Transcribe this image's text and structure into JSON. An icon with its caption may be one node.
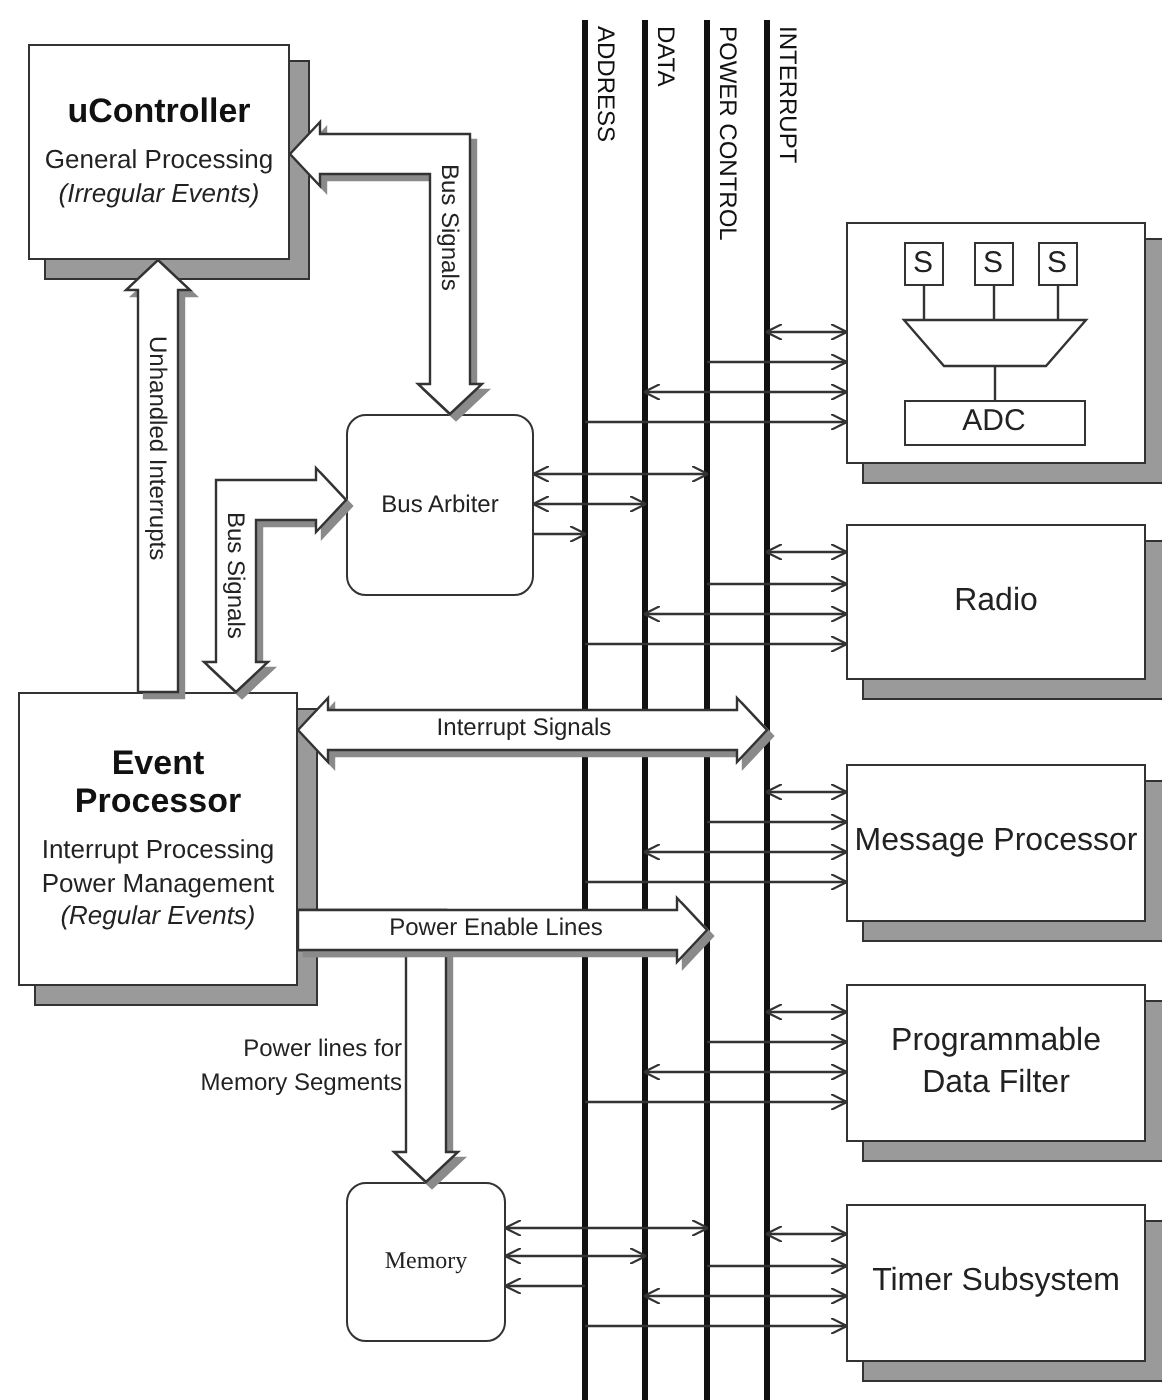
{
  "diagram": {
    "nodes": [
      {
        "text": [
          "uController",
          "General Processing *(Irregular Events)*"
        ]
      },
      {
        "text": [],
        "shape": "bar",
        "beside": [
          "ADDRESS"
        ]
      },
      {
        "text": [],
        "shape": "bar",
        "beside": [
          "DATA"
        ]
      },
      {
        "text": [],
        "shape": "bar",
        "beside": [
          "POWER CONTROL"
        ]
      },
      {
        "text": [],
        "shape": "bar",
        "beside": [
          "INTERRUPT"
        ]
      },
      {
        "text": [],
        "shape": "box"
      },
      {
        "text": [
          "S"
        ],
        "in": 5
      },
      {
        "text": [
          "S"
        ],
        "in": 5
      },
      {
        "text": [
          "S"
        ],
        "in": 5
      },
      {
        "text": [],
        "shape": "trapezoid",
        "in": 5
      },
      {
        "text": [
          "ADC"
        ],
        "in": 5
      },
      {
        "text": [
          "Bus Arbiter"
        ]
      },
      {
        "text": [
          "Radio"
        ]
      },
      {
        "text": [
          "Event Processor",
          "Interrupt Processing Power Management *(Regular Events)*"
        ]
      },
      {
        "text": [
          "Message Processor"
        ]
      },
      {
        "text": [
          "Programmable Data Filter"
        ]
      },
      {
        "text": [
          "Memory"
        ]
      },
      {
        "text": [
          "Timer Subsystem"
        ]
      }
    ],
    "edges": [
      {
        "from": 0,
        "to": 11,
        "arrow": "both",
        "label": "Bus Signals",
        "style": "thick"
      },
      {
        "from": 13,
        "to": 0,
        "arrow": "to",
        "label": "Unhandled Interrupts",
        "style": "thick"
      },
      {
        "from": 11,
        "to": 13,
        "arrow": "both",
        "label": "Bus Signals",
        "style": "thick"
      },
      {
        "from": 13,
        "to": 4,
        "arrow": "both",
        "label": "Interrupt Signals",
        "style": "thick"
      },
      {
        "from": 13,
        "to": 3,
        "arrow": "to",
        "label": "Power Enable Lines",
        "style": "thick"
      },
      {
        "from": 13,
        "to": 16,
        "arrow": "to",
        "label": "Power lines for Memory Segments",
        "style": "thick"
      },
      {
        "from": 11,
        "to": 3,
        "arrow": "both"
      },
      {
        "from": 11,
        "to": 2,
        "arrow": "both"
      },
      {
        "from": 11,
        "to": 1,
        "arrow": "to"
      },
      {
        "from": 4,
        "to": 5,
        "arrow": "both"
      },
      {
        "from": 3,
        "to": 5,
        "arrow": "to"
      },
      {
        "from": 2,
        "to": 5,
        "arrow": "both"
      },
      {
        "from": 1,
        "to": 5,
        "arrow": "to"
      },
      {
        "from": 4,
        "to": 12,
        "arrow": "both"
      },
      {
        "from": 3,
        "to": 12,
        "arrow": "to"
      },
      {
        "from": 2,
        "to": 12,
        "arrow": "both"
      },
      {
        "from": 1,
        "to": 12,
        "arrow": "to"
      },
      {
        "from": 4,
        "to": 14,
        "arrow": "both"
      },
      {
        "from": 3,
        "to": 14,
        "arrow": "to"
      },
      {
        "from": 2,
        "to": 14,
        "arrow": "both"
      },
      {
        "from": 1,
        "to": 14,
        "arrow": "to"
      },
      {
        "from": 4,
        "to": 15,
        "arrow": "both"
      },
      {
        "from": 3,
        "to": 15,
        "arrow": "to"
      },
      {
        "from": 2,
        "to": 15,
        "arrow": "both"
      },
      {
        "from": 1,
        "to": 15,
        "arrow": "to"
      },
      {
        "from": 3,
        "to": 16,
        "arrow": "both"
      },
      {
        "from": 2,
        "to": 16,
        "arrow": "both"
      },
      {
        "from": 1,
        "to": 16,
        "arrow": "to"
      },
      {
        "from": 4,
        "to": 17,
        "arrow": "both"
      },
      {
        "from": 3,
        "to": 17,
        "arrow": "to"
      },
      {
        "from": 2,
        "to": 17,
        "arrow": "both"
      },
      {
        "from": 1,
        "to": 17,
        "arrow": "to"
      },
      {
        "from": 6,
        "to": 9,
        "arrow": "none"
      },
      {
        "from": 7,
        "to": 9,
        "arrow": "none"
      },
      {
        "from": 8,
        "to": 9,
        "arrow": "none"
      },
      {
        "from": 9,
        "to": 10,
        "arrow": "none"
      }
    ]
  }
}
